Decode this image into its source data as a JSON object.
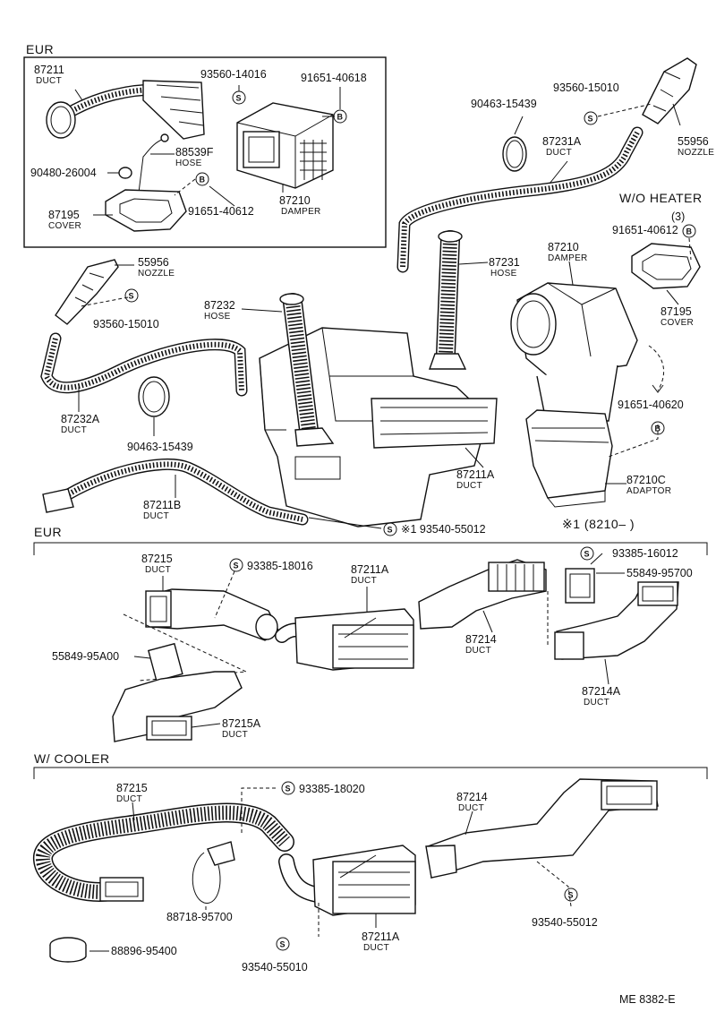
{
  "sections": {
    "eur_top": "EUR",
    "wo_heater": "W/O HEATER",
    "eur_mid": "EUR",
    "serial_note": "※1 (8210–      )",
    "w_cooler": "W/ COOLER"
  },
  "footer": {
    "code": "ME  8382-E"
  },
  "markers": {
    "s": "S",
    "b": "B"
  },
  "parts": {
    "p87211": {
      "number": "87211",
      "name": "DUCT"
    },
    "p93560_14016": {
      "number": "93560-14016"
    },
    "p91651_40618": {
      "number": "91651-40618"
    },
    "p88539f": {
      "number": "88539F",
      "name": "HOSE"
    },
    "p90480": {
      "number": "90480-26004"
    },
    "p87210_eur": {
      "number": "87210",
      "name": "DAMPER"
    },
    "p91651_40612_eur": {
      "number": "91651-40612"
    },
    "p87195_eur": {
      "number": "87195",
      "name": "COVER"
    },
    "p90463_top": {
      "number": "90463-15439"
    },
    "p93560_15010_top": {
      "number": "93560-15010"
    },
    "p87231a": {
      "number": "87231A",
      "name": "DUCT"
    },
    "p55956_top": {
      "number": "55956",
      "name": "NOZZLE"
    },
    "p3": {
      "number": "(3)"
    },
    "p91651_40612_wo": {
      "number": "91651-40612"
    },
    "p87195_wo": {
      "number": "87195",
      "name": "COVER"
    },
    "p91651_40620": {
      "number": "91651-40620"
    },
    "p87210": {
      "number": "87210",
      "name": "DAMPER"
    },
    "p87231": {
      "number": "87231",
      "name": "HOSE"
    },
    "p55956_left": {
      "number": "55956",
      "name": "NOZZLE"
    },
    "p93560_15010_left": {
      "number": "93560-15010"
    },
    "p87232": {
      "number": "87232",
      "name": "HOSE"
    },
    "p87232a": {
      "number": "87232A",
      "name": "DUCT"
    },
    "p90463_left": {
      "number": "90463-15439"
    },
    "p87211b": {
      "number": "87211B",
      "name": "DUCT"
    },
    "p87211a_top": {
      "number": "87211A",
      "name": "DUCT"
    },
    "p87210c": {
      "number": "87210C",
      "name": "ADAPTOR"
    },
    "p93540_55012_top": {
      "number": "※1 93540-55012"
    },
    "p87215_mid": {
      "number": "87215",
      "name": "DUCT"
    },
    "p93385_18016": {
      "number": "93385-18016"
    },
    "p87211a_mid": {
      "number": "87211A",
      "name": "DUCT"
    },
    "p93385_16012": {
      "number": "93385-16012"
    },
    "p55849_95700": {
      "number": "55849-95700"
    },
    "p55849_95a00": {
      "number": "55849-95A00"
    },
    "p87214_mid": {
      "number": "87214",
      "name": "DUCT"
    },
    "p87214a": {
      "number": "87214A",
      "name": "DUCT"
    },
    "p87215a": {
      "number": "87215A",
      "name": "DUCT"
    },
    "p87215_cool": {
      "number": "87215",
      "name": "DUCT"
    },
    "p93385_18020": {
      "number": "93385-18020"
    },
    "p87214_cool": {
      "number": "87214",
      "name": "DUCT"
    },
    "p88718": {
      "number": "88718-95700"
    },
    "p93540_55012_cool": {
      "number": "93540-55012"
    },
    "p93540_55010": {
      "number": "93540-55010"
    },
    "p87211a_cool": {
      "number": "87211A",
      "name": "DUCT"
    },
    "p88896": {
      "number": "88896-95400"
    }
  }
}
